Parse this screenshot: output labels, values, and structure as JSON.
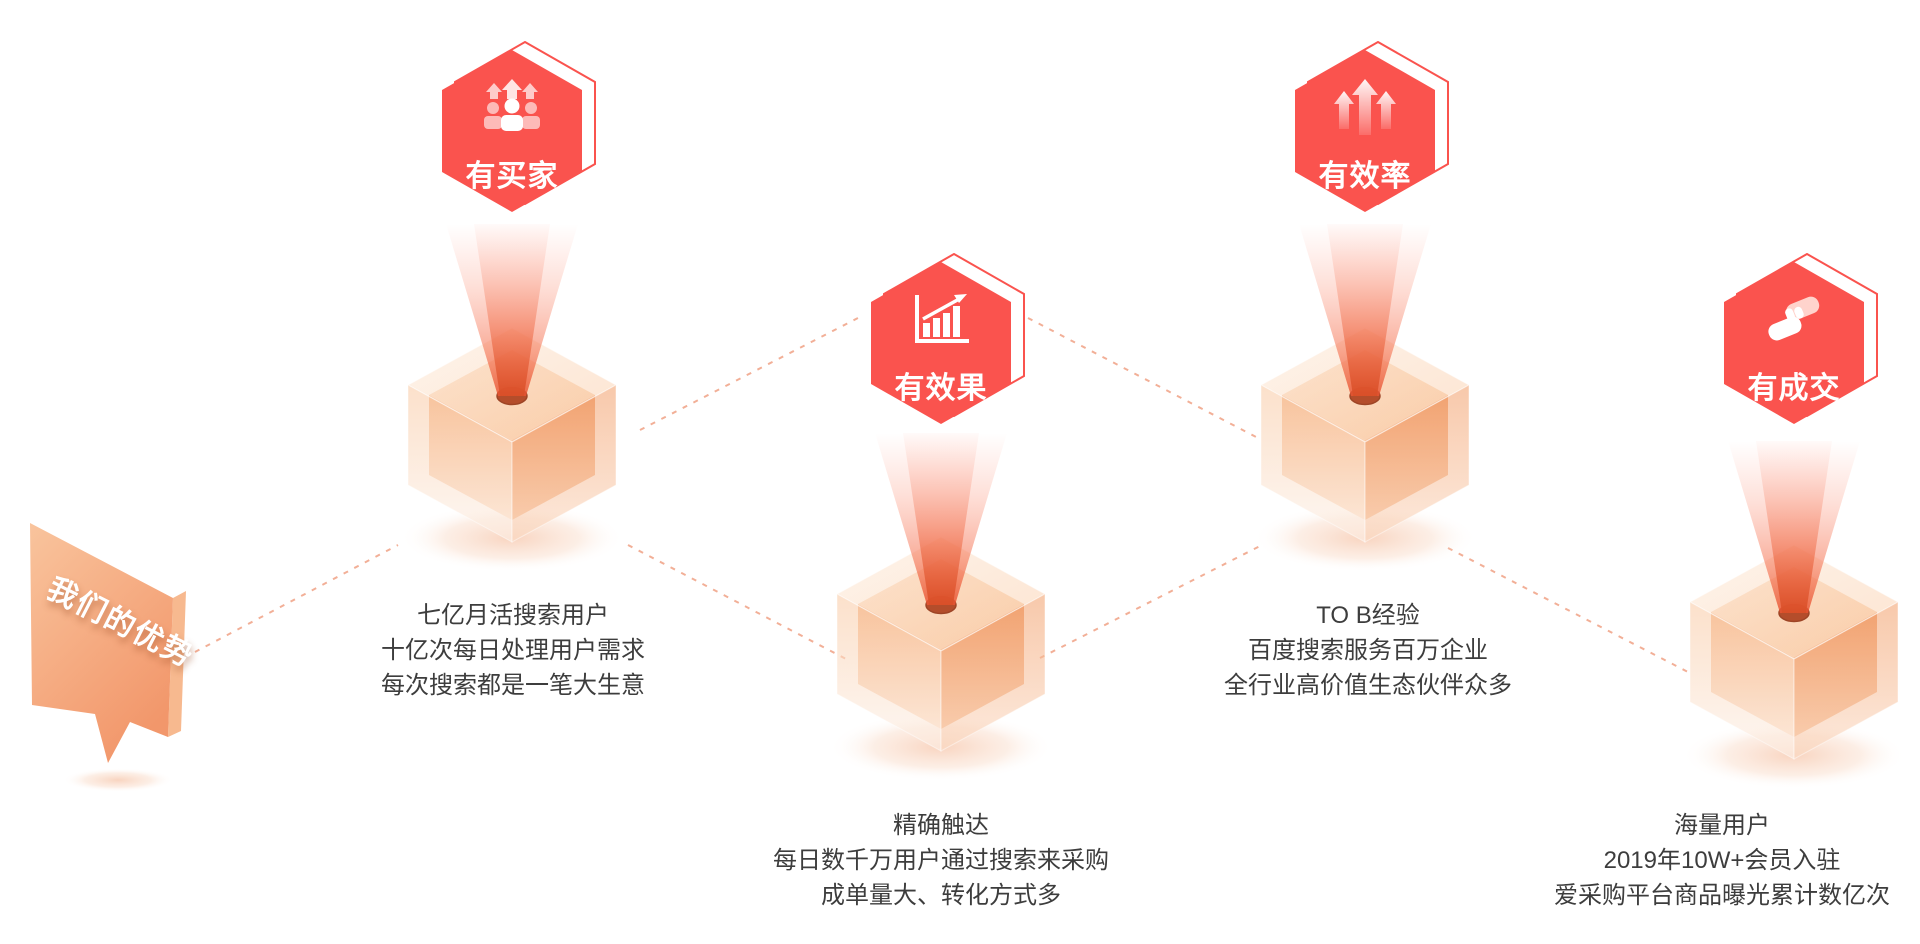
{
  "page_title": "我们的优势 — 平台优势图",
  "intro_bubble": {
    "label": "我们的优势"
  },
  "colors": {
    "badge_red": "#fa534e",
    "beam_orange": "#e85432",
    "cube_peach": "#f5aa78",
    "dash_line": "#f0a285",
    "body_text": "#3d3d3d",
    "label_text": "#ffffff"
  },
  "columns": [
    {
      "id": "buyers",
      "badge": "有买家",
      "icon": "buyers-icon",
      "lines": [
        "七亿月活搜索用户",
        "十亿次每日处理用户需求",
        "每次搜索都是一笔大生意"
      ]
    },
    {
      "id": "results",
      "badge": "有效果",
      "icon": "chart-arrow-icon",
      "lines": [
        "精确触达",
        "每日数千万用户通过搜索来采购",
        "成单量大、转化方式多"
      ]
    },
    {
      "id": "efficiency",
      "badge": "有效率",
      "icon": "arrows-up-icon",
      "lines": [
        "TO B经验",
        "百度搜索服务百万企业",
        "全行业高价值生态伙伴众多"
      ]
    },
    {
      "id": "deals",
      "badge": "有成交",
      "icon": "handshake-icon",
      "lines": [
        "海量用户",
        "2019年10W+会员入驻",
        "爱采购平台商品曝光累计数亿次"
      ]
    }
  ]
}
